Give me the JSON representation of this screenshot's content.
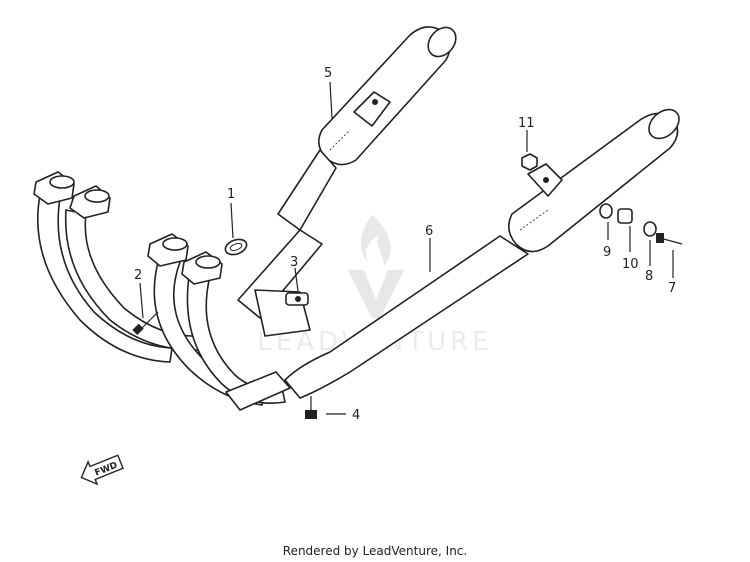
{
  "callouts": [
    {
      "id": "1",
      "label": "1"
    },
    {
      "id": "2",
      "label": "2"
    },
    {
      "id": "3",
      "label": "3"
    },
    {
      "id": "4",
      "label": "4"
    },
    {
      "id": "5",
      "label": "5"
    },
    {
      "id": "6",
      "label": "6"
    },
    {
      "id": "7",
      "label": "7"
    },
    {
      "id": "8",
      "label": "8"
    },
    {
      "id": "9",
      "label": "9"
    },
    {
      "id": "10",
      "label": "10"
    },
    {
      "id": "11",
      "label": "11"
    }
  ],
  "direction_marker": "FWD",
  "watermark": "LEADVENTURE",
  "footer": "Rendered by LeadVenture, Inc.",
  "colors": {
    "line": "#222222",
    "watermark": "#c8c8c8",
    "background": "#ffffff"
  }
}
